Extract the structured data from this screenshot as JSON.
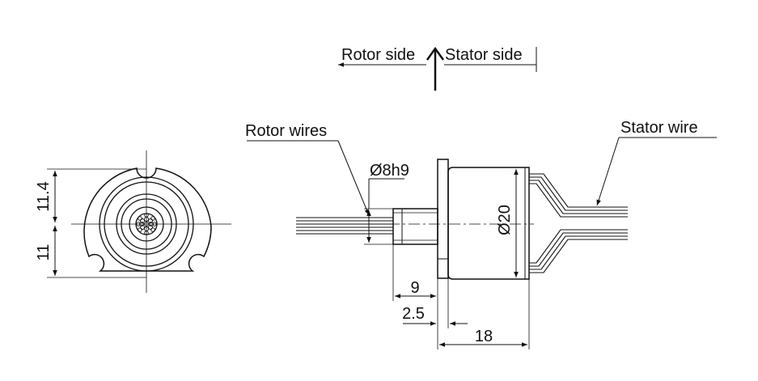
{
  "direction": {
    "left_label": "Rotor side",
    "right_label": "Stator side"
  },
  "callouts": {
    "rotor_wires": "Rotor wires",
    "stator_wire": "Stator wire"
  },
  "dimensions": {
    "height_upper": "11.4",
    "height_lower": "11",
    "shaft_diameter": "Ø8h9",
    "body_diameter": "Ø20",
    "shaft_length": "9",
    "flange_thickness": "2.5",
    "body_length": "18"
  },
  "colors": {
    "line": "#111111",
    "background": "#ffffff"
  }
}
